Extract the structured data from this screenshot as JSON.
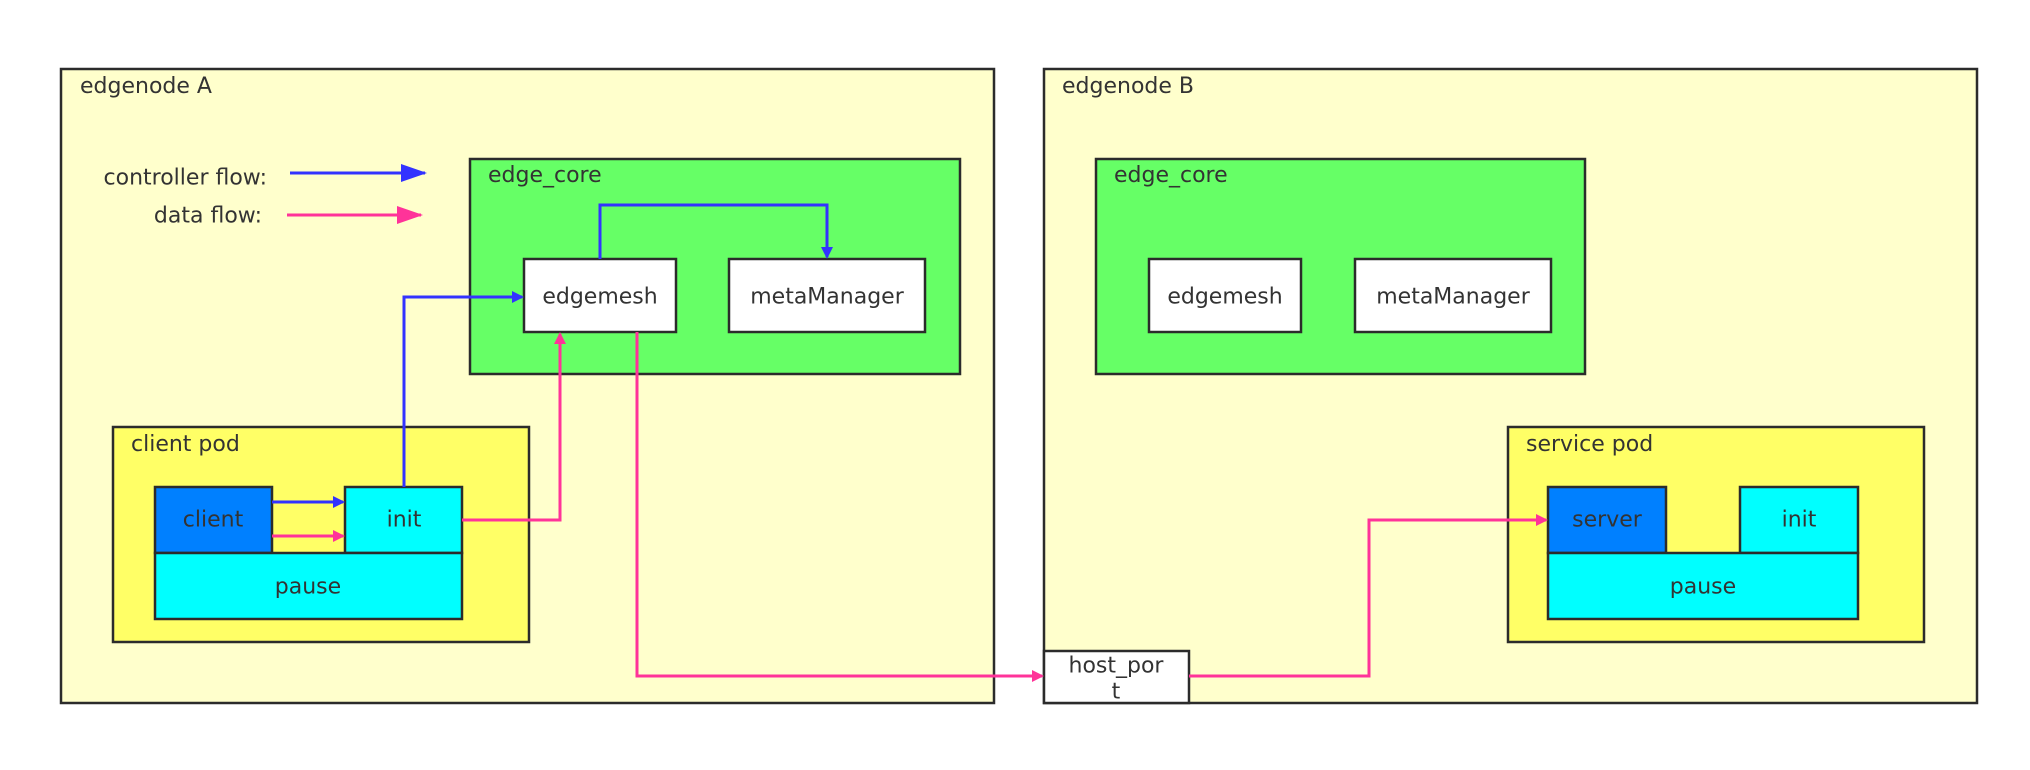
{
  "colors": {
    "controller_flow": "#3333ff",
    "data_flow": "#ff3399",
    "node_fill": "#ffffcc",
    "core_fill": "#66ff66",
    "pod_fill": "#ffff66",
    "container_fill": "#00ffff",
    "client_fill": "#0080ff"
  },
  "legend": {
    "controller_flow": "controller flow:",
    "data_flow": "data flow:"
  },
  "node_a": {
    "label": "edgenode A",
    "edge_core": {
      "label": "edge_core",
      "edgemesh": "edgemesh",
      "meta_manager": "metaManager"
    },
    "pod": {
      "label": "client pod",
      "client": "client",
      "init": "init",
      "pause": "pause"
    }
  },
  "node_b": {
    "label": "edgenode B",
    "edge_core": {
      "label": "edge_core",
      "edgemesh": "edgemesh",
      "meta_manager": "metaManager"
    },
    "pod": {
      "label": "service pod",
      "server": "server",
      "init": "init",
      "pause": "pause"
    }
  },
  "host_port": {
    "line1": "host_por",
    "line2": "t"
  }
}
